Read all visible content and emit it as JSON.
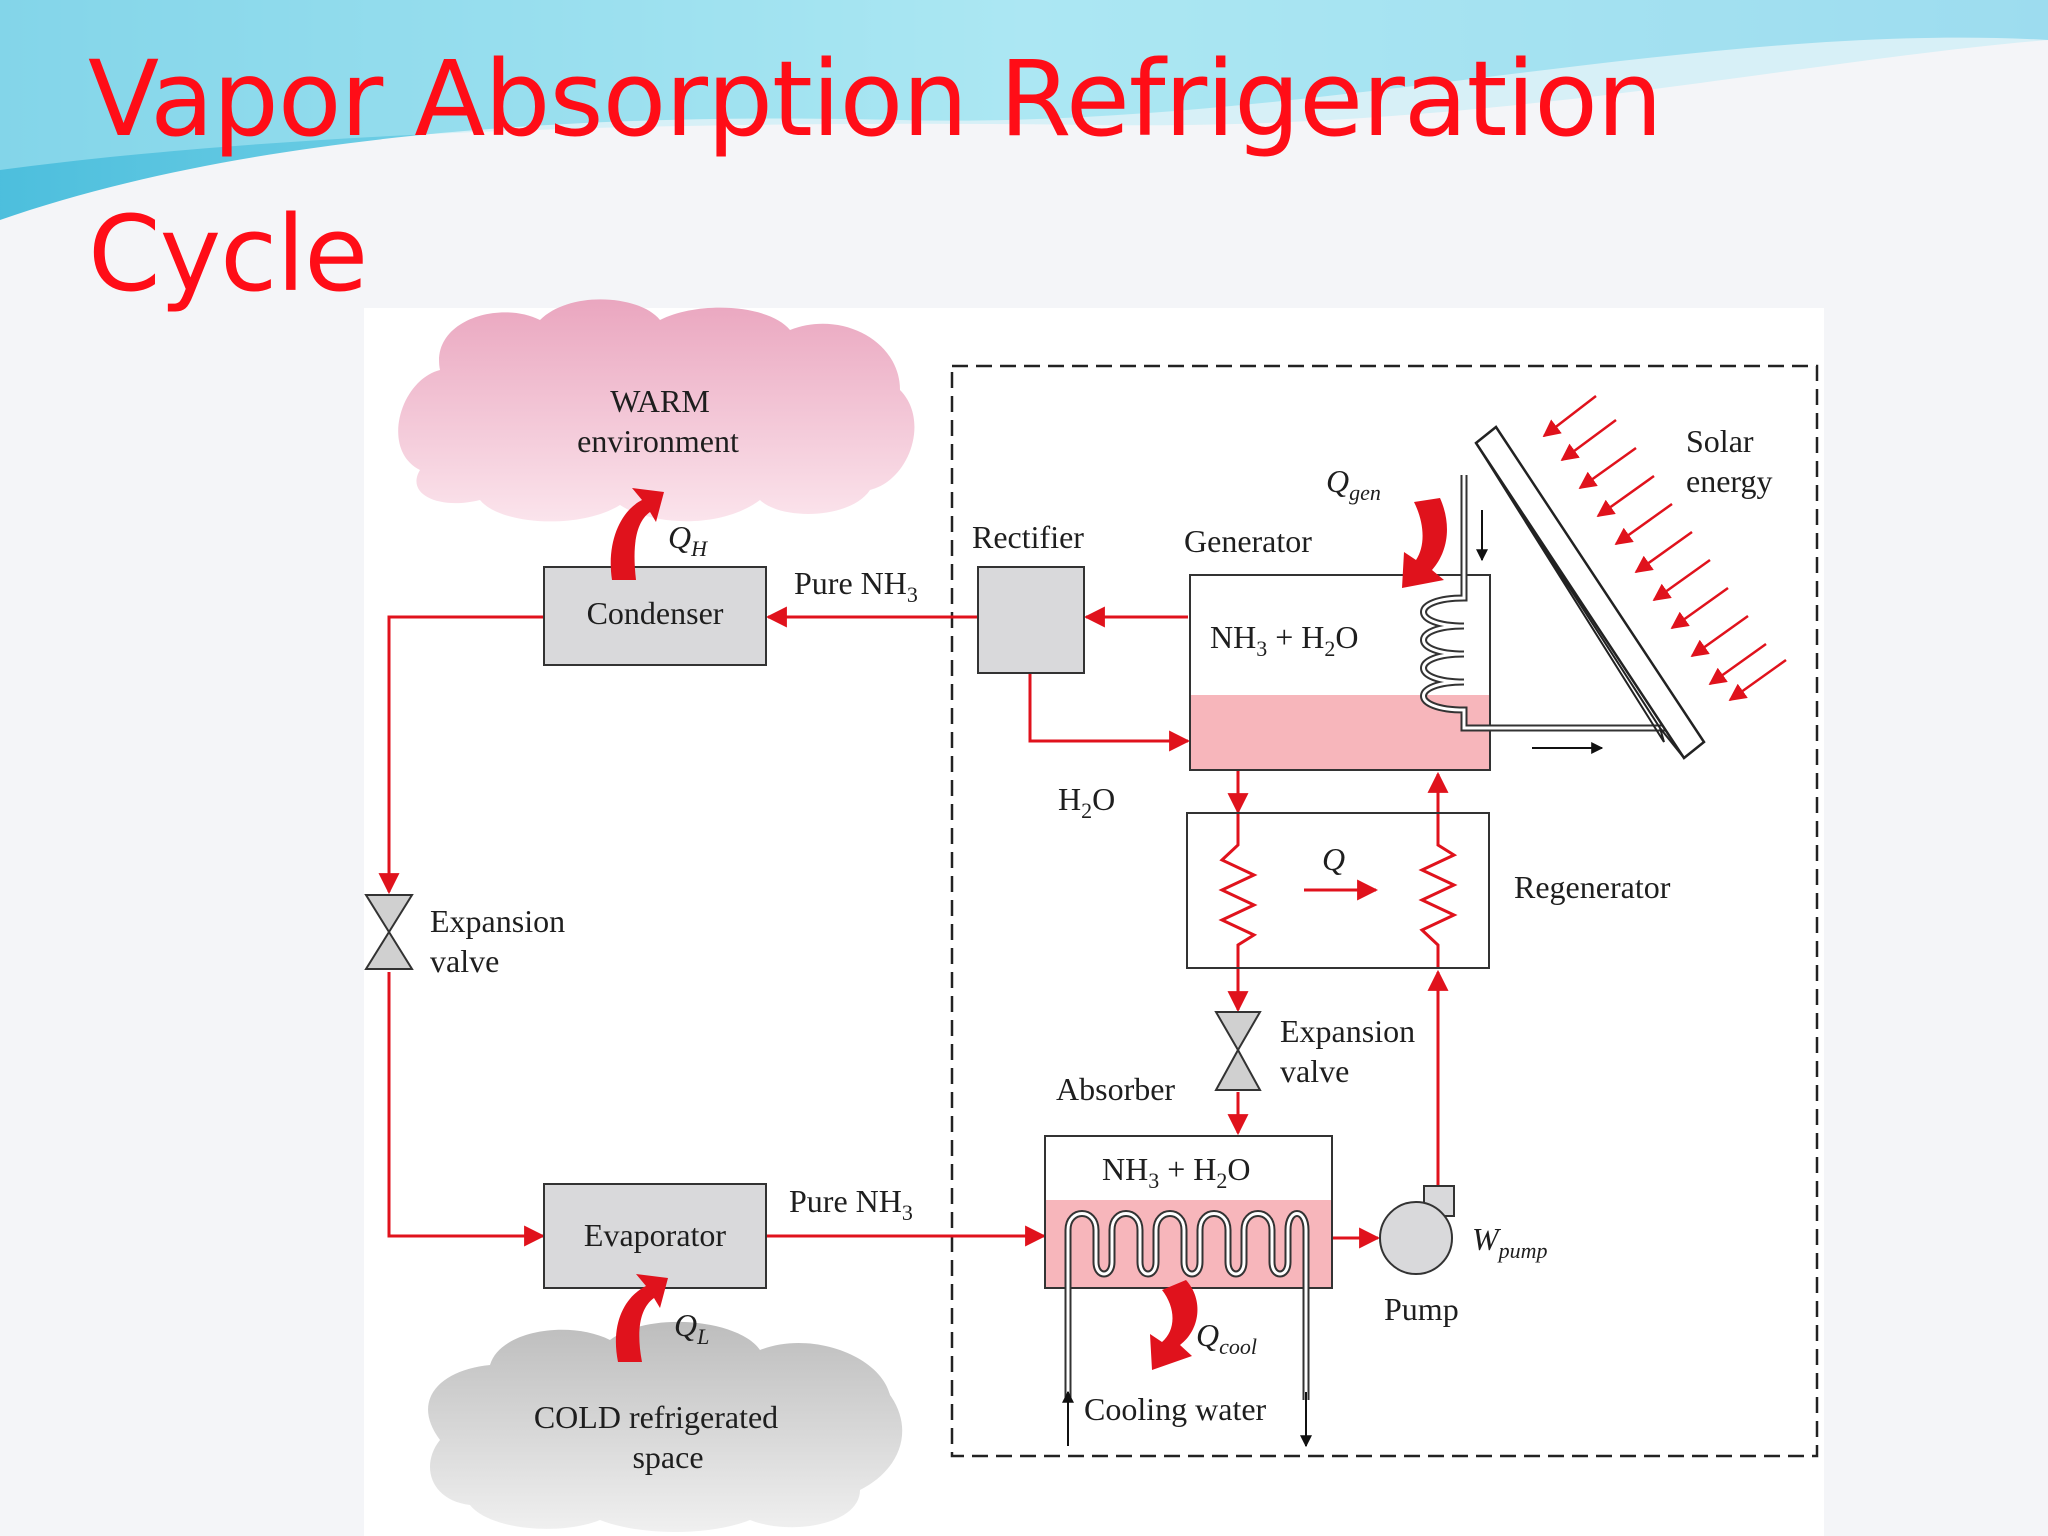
{
  "title": {
    "line1": "Vapor Absorption Refrigeration",
    "line2": "Cycle"
  },
  "diagram": {
    "warm_env": {
      "line1": "WARM",
      "line2": "environment"
    },
    "cold_space": {
      "line1": "COLD refrigerated",
      "line2": "space"
    },
    "q_h": "Q",
    "q_h_sub": "H",
    "q_l": "Q",
    "q_l_sub": "L",
    "condenser": "Condenser",
    "evaporator": "Evaporator",
    "expansion_valve_left": {
      "line1": "Expansion",
      "line2": "valve"
    },
    "expansion_valve_right": {
      "line1": "Expansion",
      "line2": "valve"
    },
    "pure_nh3_top": "Pure NH",
    "pure_nh3_top_sub": "3",
    "pure_nh3_bottom": "Pure NH",
    "pure_nh3_bottom_sub": "3",
    "rectifier": "Rectifier",
    "generator": "Generator",
    "q_gen": "Q",
    "q_gen_sub": "gen",
    "solar_energy": {
      "line1": "Solar",
      "line2": "energy"
    },
    "gen_mix": {
      "a": "NH",
      "a_sub": "3",
      "b": " + H",
      "b_sub": "2",
      "c": "O"
    },
    "h2o": {
      "a": "H",
      "a_sub": "2",
      "b": "O"
    },
    "regenerator": "Regenerator",
    "q_regen": "Q",
    "absorber": "Absorber",
    "abs_mix": {
      "a": "NH",
      "a_sub": "3",
      "b": " + H",
      "b_sub": "2",
      "c": "O"
    },
    "pump": "Pump",
    "w_pump": "W",
    "w_pump_sub": "pump",
    "q_cool": "Q",
    "q_cool_sub": "cool",
    "cooling_water": "Cooling water"
  },
  "colors": {
    "title": "#ff0d17",
    "flow": "#e0121c",
    "pink": "#f7b6bb",
    "box": "#d9d9db"
  }
}
